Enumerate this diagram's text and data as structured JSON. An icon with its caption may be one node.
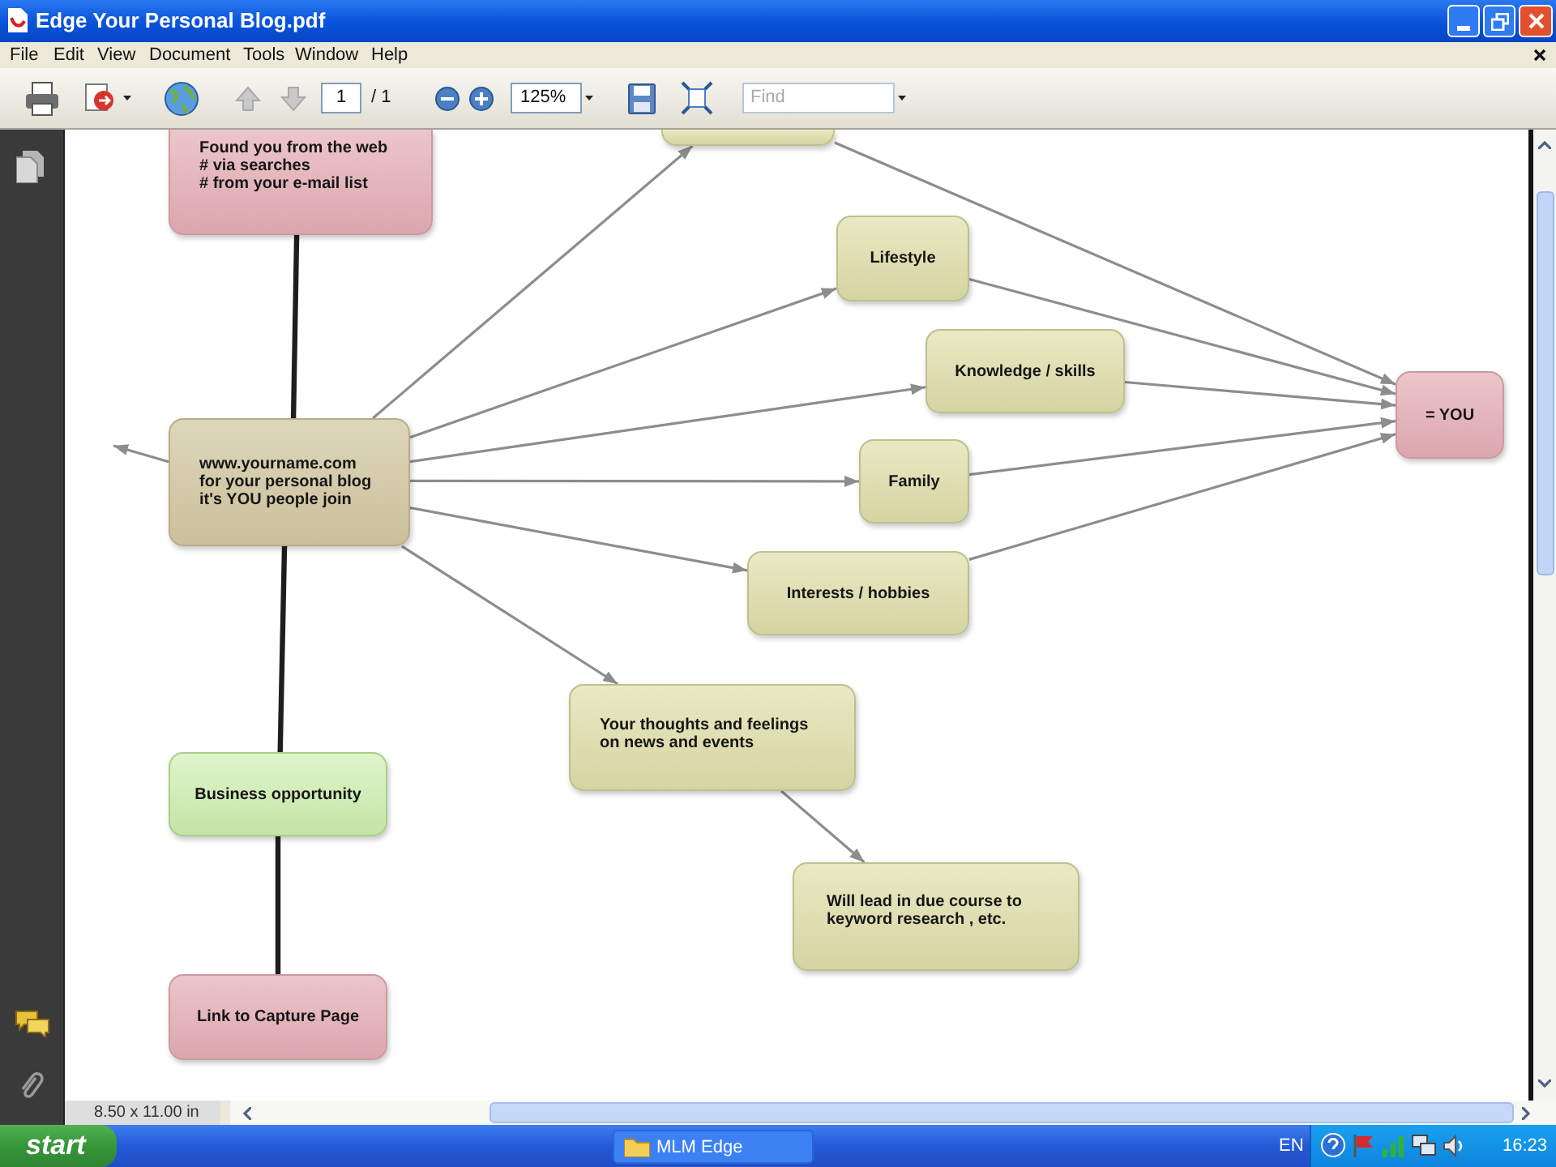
{
  "diagram": {
    "nodes": [
      {
        "text": [
          "Found you from the web",
          "# via searches",
          "# from your e-mail list"
        ]
      },
      {
        "text": [],
        "shape": "box"
      },
      {
        "text": [
          "Lifestyle"
        ]
      },
      {
        "text": [
          "Knowledge / skills"
        ]
      },
      {
        "text": [
          "www.yourname.com",
          "for your personal blog",
          "it's YOU people join"
        ]
      },
      {
        "text": [
          "= YOU"
        ]
      },
      {
        "text": [
          "Family"
        ]
      },
      {
        "text": [
          "Interests / hobbies"
        ]
      },
      {
        "text": [
          "Your thoughts and feelings on news and events"
        ]
      },
      {
        "text": [
          "Business opportunity"
        ]
      },
      {
        "text": [
          "Will lead in due course to keyword research , etc."
        ]
      },
      {
        "text": [
          "Link to Capture Page"
        ]
      }
    ],
    "edges": [
      {
        "from": 0,
        "to": 4,
        "arrow": "none",
        "style": "thick",
        "color": "#1e1e1e"
      },
      {
        "from": 4,
        "to": null,
        "arrow": "to"
      },
      {
        "from": 4,
        "to": 1,
        "arrow": "to"
      },
      {
        "from": 4,
        "to": 2,
        "arrow": "to"
      },
      {
        "from": 4,
        "to": 3,
        "arrow": "to"
      },
      {
        "from": 4,
        "to": 6,
        "arrow": "to"
      },
      {
        "from": 4,
        "to": 7,
        "arrow": "to"
      },
      {
        "from": 4,
        "to": 8,
        "arrow": "to"
      },
      {
        "from": 1,
        "to": 5,
        "arrow": "to"
      },
      {
        "from": 2,
        "to": 5,
        "arrow": "to"
      },
      {
        "from": 3,
        "to": 5,
        "arrow": "to"
      },
      {
        "from": 6,
        "to": 5,
        "arrow": "to"
      },
      {
        "from": 7,
        "to": 5,
        "arrow": "to"
      },
      {
        "from": 8,
        "to": 10,
        "arrow": "to"
      },
      {
        "from": 4,
        "to": 9,
        "arrow": "none",
        "style": "thick",
        "color": "#1e1e1e"
      },
      {
        "from": 9,
        "to": 11,
        "arrow": "none",
        "style": "thick",
        "color": "#1e1e1e"
      }
    ],
    "labels": [
      "Edge Your Personal Blog.pdf",
      "File",
      "Edit",
      "View",
      "Document",
      "Tools",
      "Window",
      "Help",
      "1",
      "/ 1",
      "125%",
      "Find",
      "8.50 x 11.00 in",
      "start",
      "MLM Edge",
      "EN",
      "16:23"
    ]
  }
}
